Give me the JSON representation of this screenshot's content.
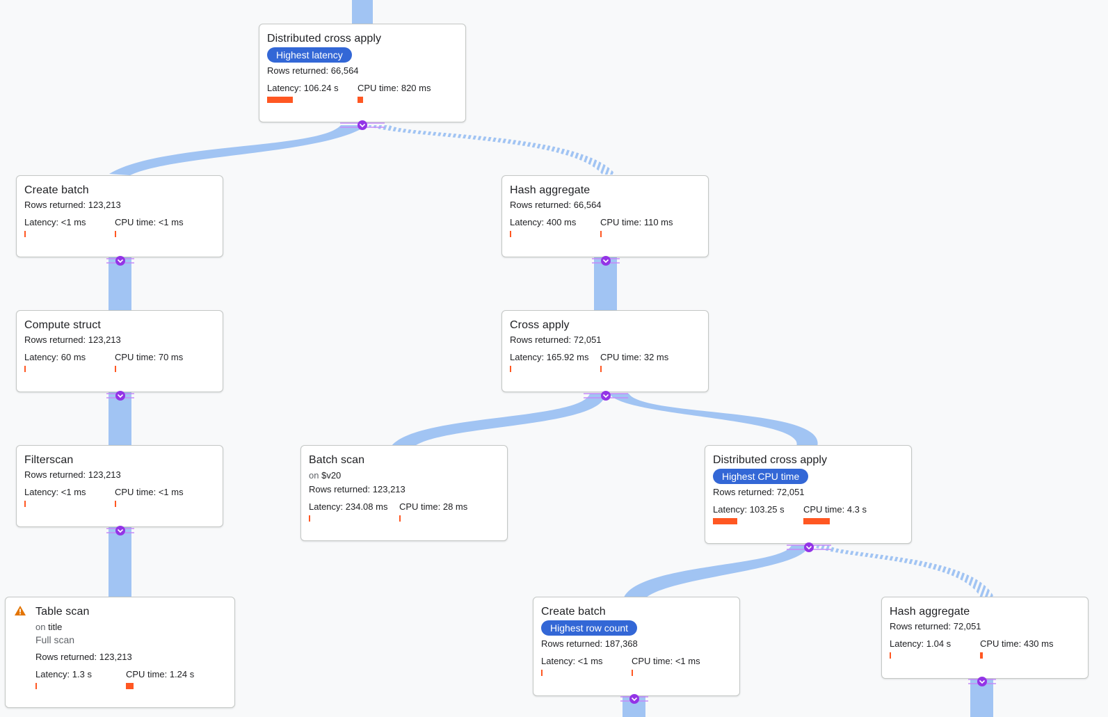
{
  "colors": {
    "edge": "#a1c4f3",
    "badge": "#3367d6",
    "bar": "#ff5722",
    "expander": "#9334e6",
    "warning": "#e37400"
  },
  "nodes": {
    "dca_top": {
      "title": "Distributed cross apply",
      "badge": "Highest latency",
      "rows": "Rows returned: 66,564",
      "latency": "Latency: 106.24 s",
      "cpu": "CPU time: 820 ms"
    },
    "create_batch_1": {
      "title": "Create batch",
      "rows": "Rows returned: 123,213",
      "latency": "Latency: <1 ms",
      "cpu": "CPU time: <1 ms"
    },
    "hash_agg_1": {
      "title": "Hash aggregate",
      "rows": "Rows returned: 66,564",
      "latency": "Latency: 400 ms",
      "cpu": "CPU time: 110 ms"
    },
    "compute_struct": {
      "title": "Compute struct",
      "rows": "Rows returned: 123,213",
      "latency": "Latency: 60 ms",
      "cpu": "CPU time: 70 ms"
    },
    "cross_apply": {
      "title": "Cross apply",
      "rows": "Rows returned: 72,051",
      "latency": "Latency: 165.92 ms",
      "cpu": "CPU time: 32 ms"
    },
    "filterscan": {
      "title": "Filterscan",
      "rows": "Rows returned: 123,213",
      "latency": "Latency: <1 ms",
      "cpu": "CPU time: <1 ms"
    },
    "batch_scan": {
      "title": "Batch scan",
      "on_word": "on",
      "on_target": "$v20",
      "rows": "Rows returned: 123,213",
      "latency": "Latency: 234.08 ms",
      "cpu": "CPU time: 28 ms"
    },
    "dca_mid": {
      "title": "Distributed cross apply",
      "badge": "Highest CPU time",
      "rows": "Rows returned: 72,051",
      "latency": "Latency: 103.25 s",
      "cpu": "CPU time: 4.3 s"
    },
    "table_scan": {
      "title": "Table scan",
      "on_word": "on",
      "on_target": "title",
      "subtitle": "Full scan",
      "rows": "Rows returned: 123,213",
      "latency": "Latency: 1.3 s",
      "cpu": "CPU time: 1.24 s",
      "icon": "warning-icon"
    },
    "create_batch_2": {
      "title": "Create batch",
      "badge": "Highest row count",
      "rows": "Rows returned: 187,368",
      "latency": "Latency: <1 ms",
      "cpu": "CPU time: <1 ms"
    },
    "hash_agg_2": {
      "title": "Hash aggregate",
      "rows": "Rows returned: 72,051",
      "latency": "Latency: 1.04 s",
      "cpu": "CPU time: 430 ms"
    }
  }
}
